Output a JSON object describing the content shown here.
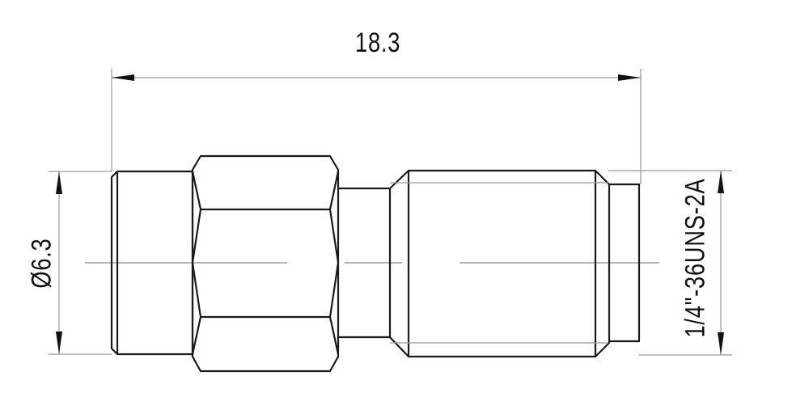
{
  "dimensions": {
    "overall_length": "18.3",
    "diameter": "Ø6.3",
    "thread": "1/4\"-36UNS-2A"
  }
}
